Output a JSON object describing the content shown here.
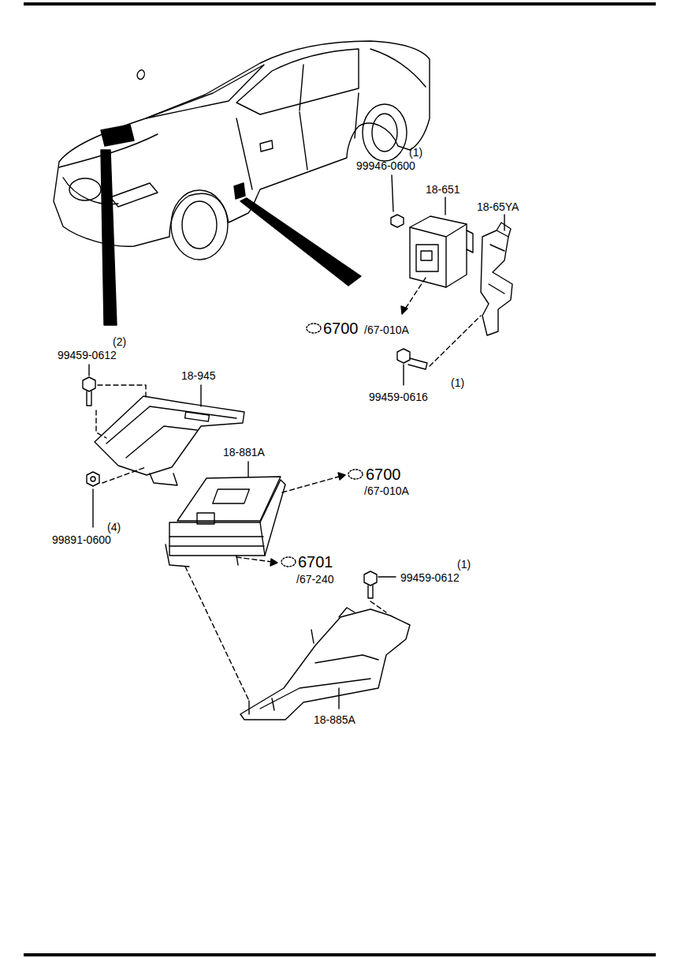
{
  "diagram": {
    "labels": [
      "(1)",
      "99946-0600",
      "18-651",
      "18-65YA",
      "6700",
      "/67-010A",
      "(2)",
      "99459-0612",
      "(1)",
      "99459-0616",
      "18-945",
      "18-881A",
      "6700",
      "/67-010A",
      "(4)",
      "99891-0600",
      "6701",
      "/67-240",
      "(1)",
      "99459-0612",
      "18-885A"
    ]
  }
}
